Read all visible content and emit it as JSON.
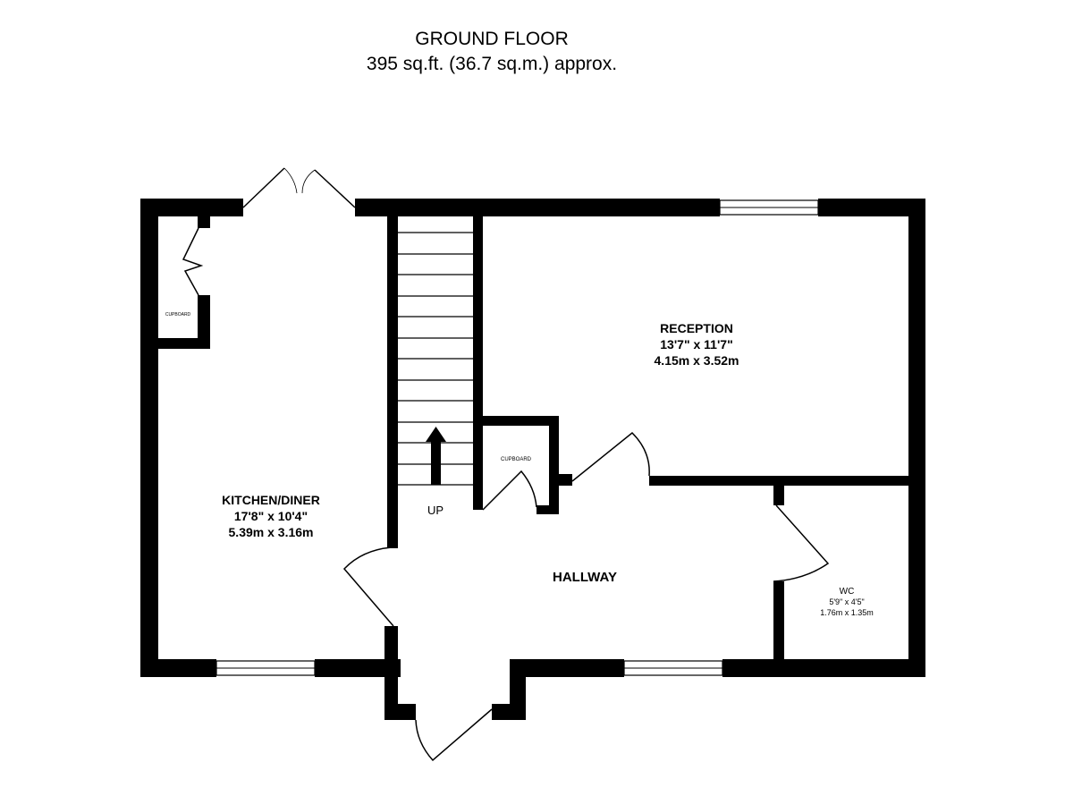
{
  "header": {
    "floor_name": "GROUND FLOOR",
    "area": "395 sq.ft. (36.7 sq.m.) approx."
  },
  "rooms": {
    "kitchen": {
      "name": "KITCHEN/DINER",
      "imperial": "17'8\"  x 10'4\"",
      "metric": "5.39m  x 3.16m"
    },
    "reception": {
      "name": "RECEPTION",
      "imperial": "13'7\"  x 11'7\"",
      "metric": "4.15m  x 3.52m"
    },
    "hallway": {
      "name": "HALLWAY"
    },
    "wc": {
      "name": "WC",
      "imperial": "5'9\"  x 4'5\"",
      "metric": "1.76m  x 1.35m"
    },
    "cupboard_left": {
      "name": "CUPBOARD"
    },
    "cupboard_hall": {
      "name": "CUPBOARD"
    }
  },
  "stairs": {
    "label": "UP"
  }
}
